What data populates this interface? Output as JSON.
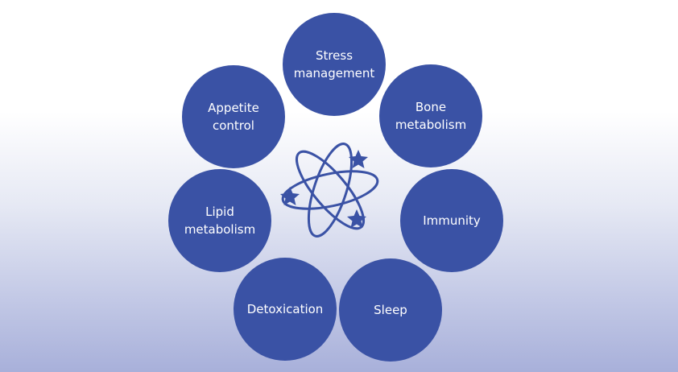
{
  "nodes": [
    {
      "id": "stress",
      "lines": [
        "Stress",
        "management"
      ]
    },
    {
      "id": "bone",
      "lines": [
        "Bone",
        "metabolism"
      ]
    },
    {
      "id": "immunity",
      "lines": [
        "Immunity"
      ]
    },
    {
      "id": "sleep",
      "lines": [
        "Sleep"
      ]
    },
    {
      "id": "detox",
      "lines": [
        "Detoxication"
      ]
    },
    {
      "id": "lipid",
      "lines": [
        "Lipid",
        "metabolism"
      ]
    },
    {
      "id": "appetite",
      "lines": [
        "Appetite",
        "control"
      ]
    }
  ],
  "center_icon": "atom-with-stars-icon",
  "colors": {
    "node_fill": "#3a52a5",
    "node_text": "#ffffff",
    "emblem": "#3a52a5",
    "background_top": "#ffffff",
    "background_bottom": "#a8b0da"
  }
}
